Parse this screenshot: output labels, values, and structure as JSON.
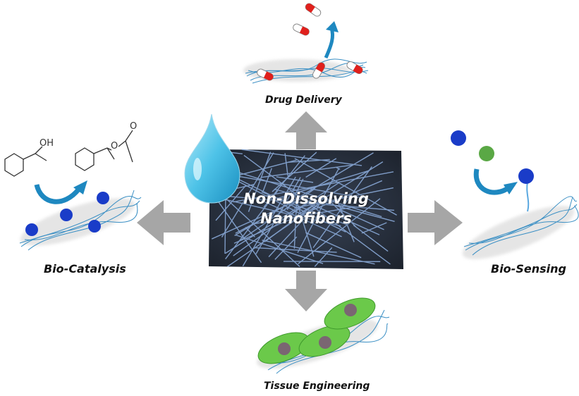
{
  "center": {
    "title_line1": "Non-Dissolving",
    "title_line2": "Nanofibers"
  },
  "applications": {
    "top": "Drug Delivery",
    "left": "Bio-Catalysis",
    "right": "Bio-Sensing",
    "bottom": "Tissue Engineering"
  },
  "chemistry": {
    "reactant_group": "OH",
    "product_group": "O"
  },
  "colors": {
    "arrow_gray": "#a6a6a6",
    "fiber_blue": "#3a8fc4",
    "curved_arrow": "#1e88c0",
    "nanofiber_bg": "#2a3240",
    "pill_red": "#e0201c",
    "cell_green": "#6bc94a",
    "nucleus": "#7a6672",
    "enzyme_blue": "#1a3cc8",
    "enzyme_green": "#5aa845",
    "droplet": "#4ec3e8"
  }
}
